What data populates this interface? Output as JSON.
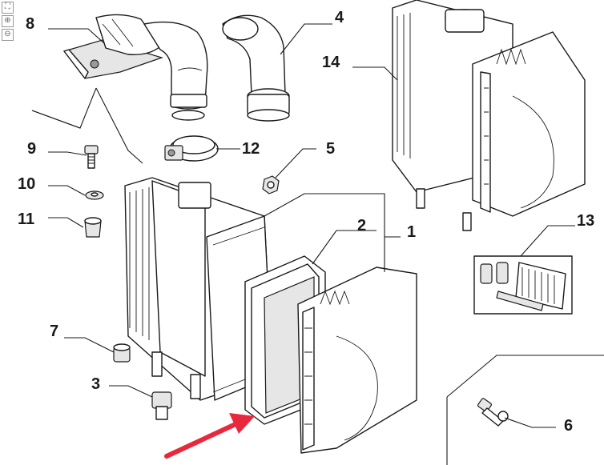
{
  "toolbar": {
    "fit_icon": "fit-to-window-icon",
    "zoom_in_icon": "zoom-in-icon",
    "zoom_out_icon": "zoom-out-icon"
  },
  "callouts": {
    "c1": "1",
    "c2": "2",
    "c3": "3",
    "c4": "4",
    "c5": "5",
    "c6": "6",
    "c7": "7",
    "c8": "8",
    "c9": "9",
    "c10": "10",
    "c11": "11",
    "c12": "12",
    "c13": "13",
    "c14": "14"
  },
  "highlight_color": "#e8283c"
}
